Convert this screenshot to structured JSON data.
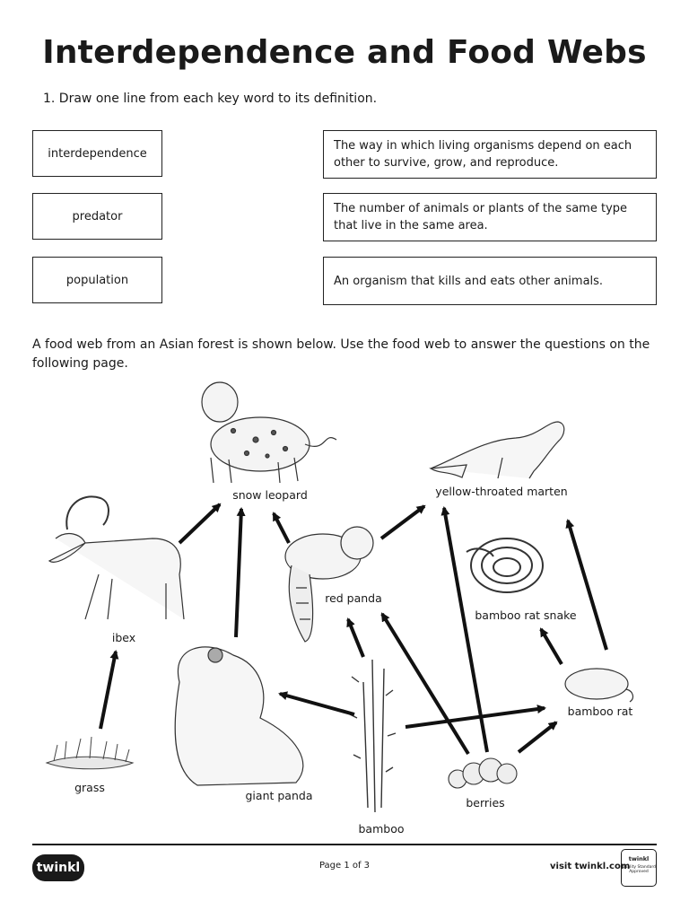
{
  "title": "Interdependence and Food Webs",
  "question1": "1.  Draw one line from each key word to its definition.",
  "key_words": [
    "interdependence",
    "predator",
    "population"
  ],
  "definitions": [
    "The way in which living organisms depend on each other to survive, grow, and reproduce.",
    "The number of animals or plants of the same type that live in the same area.",
    "An organism that kills and eats other animals."
  ],
  "intro": "A food web from an Asian forest is shown below. Use the food web to answer the questions on the following page.",
  "organisms": {
    "snow_leopard": "snow leopard",
    "yellow_throated_marten": "yellow-throated marten",
    "ibex": "ibex",
    "red_panda": "red panda",
    "bamboo_rat_snake": "bamboo rat snake",
    "bamboo_rat": "bamboo rat",
    "grass": "grass",
    "giant_panda": "giant panda",
    "bamboo": "bamboo",
    "berries": "berries"
  },
  "footer": {
    "logo": "twinkl",
    "page": "Page 1 of 3",
    "visit": "visit twinkl.com",
    "badge_logo": "twinkl",
    "badge_text": "Quality Standard Approved"
  }
}
